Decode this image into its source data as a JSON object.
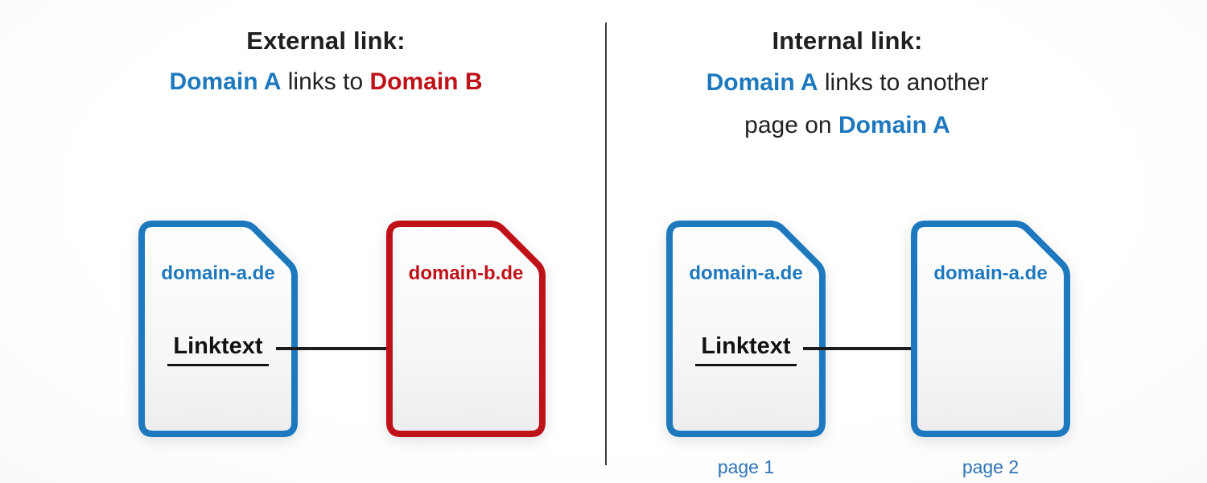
{
  "left_panel": {
    "title": "External link:",
    "subtitle": {
      "domain_a": "Domain A",
      "middle": " links to ",
      "domain_b": "Domain B"
    },
    "doc_a": {
      "label": "domain-a.de",
      "linktext": "Linktext"
    },
    "doc_b": {
      "label": "domain-b.de"
    }
  },
  "right_panel": {
    "title": "Internal link:",
    "subtitle_line1": {
      "domain_a": "Domain A",
      "rest": " links to another"
    },
    "subtitle_line2": {
      "prefix": "page on ",
      "domain_a": "Domain A"
    },
    "doc_1": {
      "label": "domain-a.de",
      "linktext": "Linktext",
      "caption": "page 1"
    },
    "doc_2": {
      "label": "domain-a.de",
      "caption": "page 2"
    }
  },
  "colors": {
    "blue": "#1E78BE",
    "red": "#BE1218",
    "arrow": "#1c1c1c"
  }
}
